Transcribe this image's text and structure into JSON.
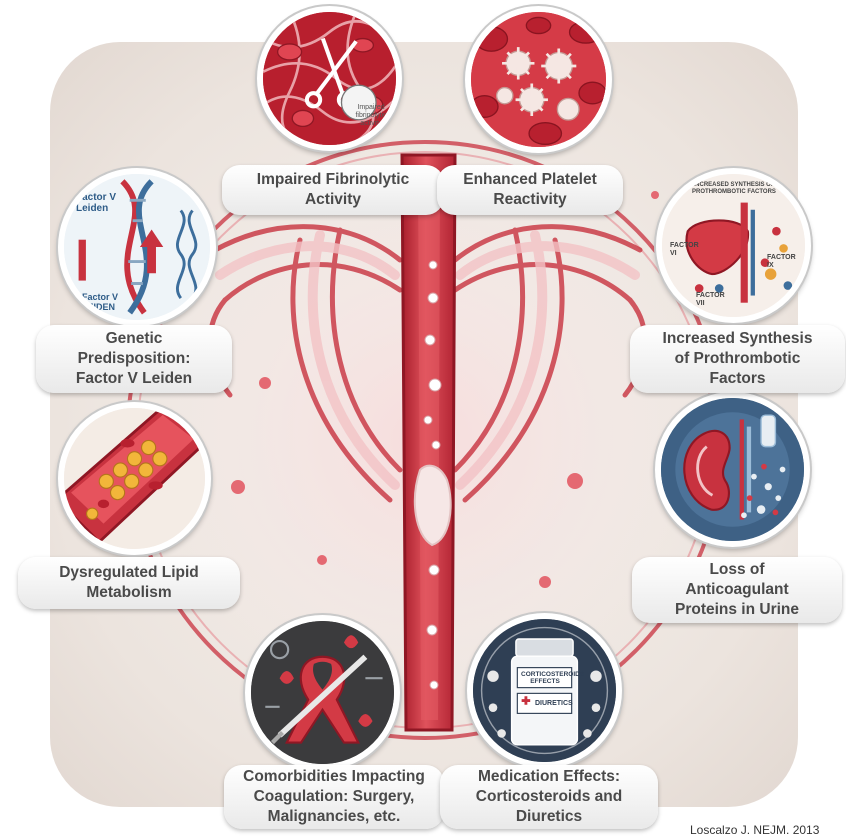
{
  "labels": {
    "fibrinolytic": "Impaired Fibrinolytic\nActivity",
    "platelet": "Enhanced Platelet\nReactivity",
    "genetic": "Genetic\nPredisposition:\nFactor V Leiden",
    "synthesis": "Increased Synthesis\nof Prothrombotic\nFactors",
    "lipid": "Dysregulated Lipid\nMetabolism",
    "anticoagulant": "Loss of\nAnticoagulant\nProteins in Urine",
    "comorbidities": "Comorbidities Impacting\nCoagulation: Surgery,\nMalignancies, etc.",
    "medication": "Medication Effects:\nCorticosteroids and\nDiuretics"
  },
  "icon_text": {
    "fibrinolytic_tag": "Impaired fibrinolytic activity",
    "genetic_title": "Factor V Leiden",
    "genetic_sub": "Factor V LEIDEN",
    "synthesis_title": "INCREASED SYNTHESIS OF PROTHROMBOTIC FACTORS",
    "synthesis_factor_vi": "FACTOR VI",
    "synthesis_factor_ix": "FACTOR IX",
    "synthesis_factor_vii": "FACTOR VII",
    "medication_bottle": "CORTICOSTEROIDS EFFECTS",
    "medication_label": "DIURETICS"
  },
  "citation": "Loscalzo J. NEJM. 2013",
  "colors": {
    "vessel": "#c8323f",
    "vessel_light": "#f2c6c8",
    "label_text": "#4a4a4a",
    "panel": "#ece4de"
  }
}
